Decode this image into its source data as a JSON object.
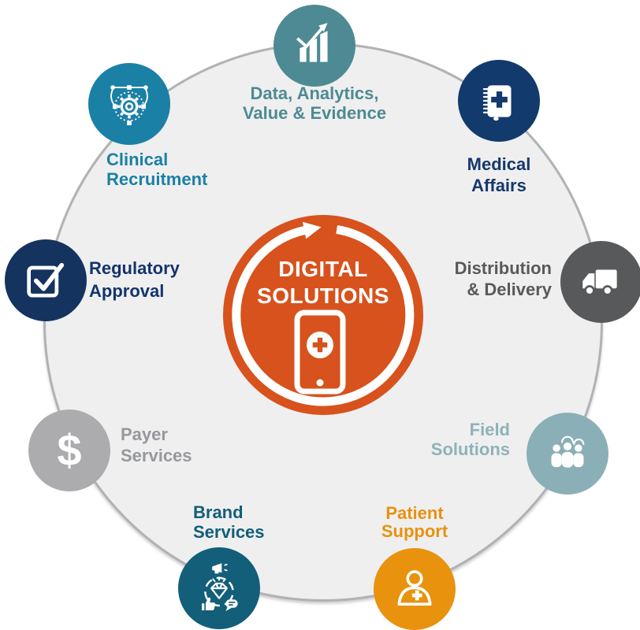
{
  "title": "Digital Solutions ecosystem wheel",
  "center": {
    "line1": "DIGITAL",
    "line2": "SOLUTIONS",
    "circle_color": "#D7521D",
    "icon": "smartphone-medical-cross-icon",
    "arrow": "clockwise-circular-arrow"
  },
  "outer_circle": {
    "fill": "#EFEFF0",
    "rim": "#B0B2B4"
  },
  "nodes": [
    {
      "id": "data-analytics",
      "label_lines": [
        "Data, Analytics,",
        "Value & Evidence"
      ],
      "circle_color": "#4E8A93",
      "label_color": "#4E8A93",
      "icon": "bar-chart-trend-icon"
    },
    {
      "id": "clinical-recruitment",
      "label_lines": [
        "Clinical",
        "Recruitment"
      ],
      "circle_color": "#1B80A5",
      "label_color": "#1B80A5",
      "icon": "gear-network-icon"
    },
    {
      "id": "medical-affairs",
      "label_lines": [
        "Medical",
        "Affairs"
      ],
      "circle_color": "#123A6D",
      "label_color": "#16386B",
      "icon": "medical-notebook-plus-icon"
    },
    {
      "id": "regulatory-approval",
      "label_lines": [
        "Regulatory",
        "Approval"
      ],
      "circle_color": "#14335F",
      "label_color": "#14346A",
      "icon": "checkbox-checkmark-icon"
    },
    {
      "id": "distribution-delivery",
      "label_lines": [
        "Distribution",
        "& Delivery"
      ],
      "circle_color": "#58595B",
      "label_color": "#58595B",
      "icon": "delivery-truck-icon"
    },
    {
      "id": "payer-services",
      "label_lines": [
        "Payer",
        "Services"
      ],
      "circle_color": "#ACACAE",
      "label_color": "#96989B",
      "icon": "dollar-sign-icon",
      "glyph": "$"
    },
    {
      "id": "field-solutions",
      "label_lines": [
        "Field",
        "Solutions"
      ],
      "circle_color": "#8BAFB6",
      "label_color": "#8FB2B8",
      "icon": "team-headsets-icon"
    },
    {
      "id": "brand-services",
      "label_lines": [
        "Brand",
        "Services"
      ],
      "circle_color": "#135E79",
      "label_color": "#135E79",
      "icon": "brand-marketing-icon"
    },
    {
      "id": "patient-support",
      "label_lines": [
        "Patient",
        "Support"
      ],
      "circle_color": "#E8920E",
      "label_color": "#E8920E",
      "icon": "patient-plus-icon"
    }
  ]
}
